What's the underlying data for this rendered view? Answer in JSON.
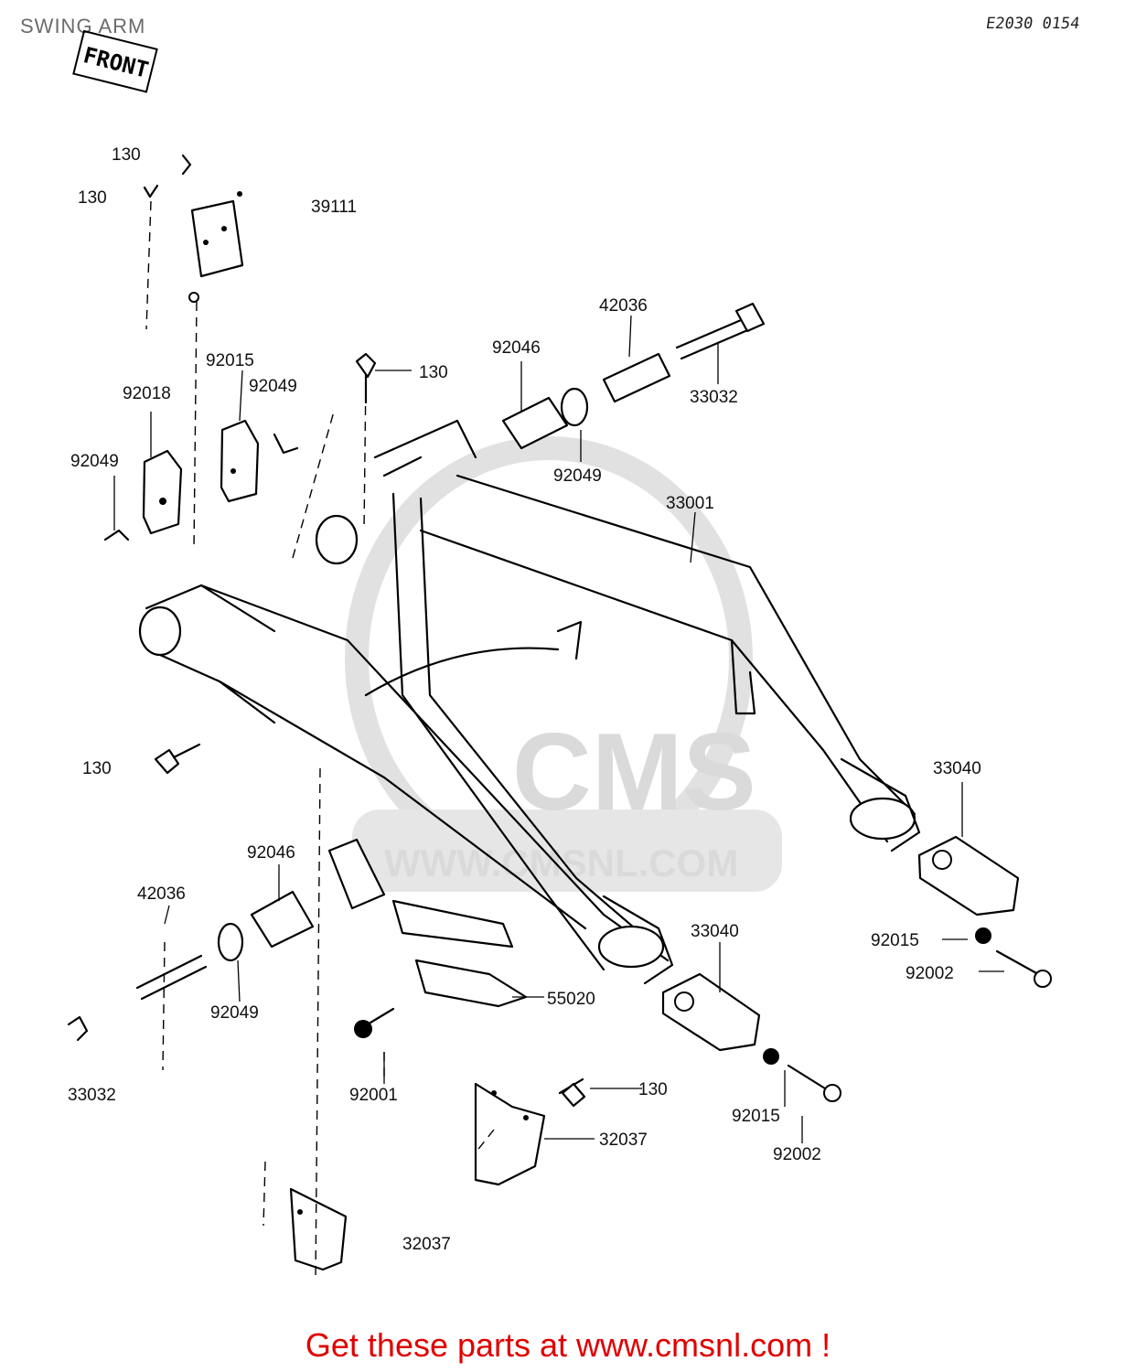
{
  "header": {
    "title": "SWING ARM",
    "diagram_code": "E2030 0154"
  },
  "front_label": "FRONT",
  "watermark": {
    "brand": "CMS",
    "url": "WWW.CMSNL.COM"
  },
  "part_labels": {
    "swing_arm": "33001",
    "shaft_top": "42036",
    "collar_top": "92046",
    "bolt_top": "33032",
    "washer_top": "92049",
    "adjuster_right": "33040",
    "adjuster_mid": "33040",
    "washer_a": "92015",
    "bolt_a": "92002",
    "washer_b": "92015",
    "bolt_b": "92002",
    "bolt_130_top": "130",
    "bolt_130_left": "130",
    "bolt_130_bottom": "130",
    "plate_32037_a": "32037",
    "plate_32037_b": "32037",
    "guard_55020": "55020",
    "collar_left": "92046",
    "shaft_left": "42036",
    "washer_left": "92049",
    "bolt_left": "33032",
    "nut_92001": "92001",
    "washer_92049_a": "92049",
    "washer_92015_a": "92015",
    "washer_92049_b": "92049",
    "washer_92018": "92018",
    "bracket_39111": "39111",
    "bolt_130_small": "130",
    "bolt_130_small2": "130"
  },
  "footer": {
    "cta": "Get these parts at www.cmsnl.com !"
  }
}
